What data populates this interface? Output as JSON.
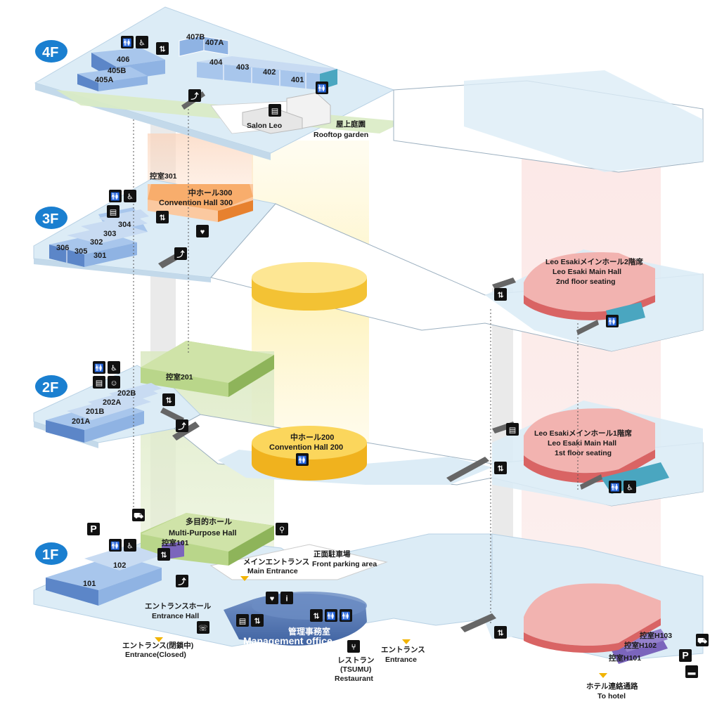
{
  "floors": [
    {
      "label": "4F"
    },
    {
      "label": "3F"
    },
    {
      "label": "2F"
    },
    {
      "label": "1F"
    }
  ],
  "rooms_4f": [
    "407B",
    "407A",
    "406",
    "405B",
    "405A",
    "404",
    "403",
    "402",
    "401"
  ],
  "rooms_3f": [
    "304",
    "303",
    "302",
    "306",
    "305",
    "301"
  ],
  "rooms_2f": [
    "202B",
    "202A",
    "201B",
    "201A"
  ],
  "rooms_1f": [
    "102",
    "101"
  ],
  "labels": {
    "salon_leo": "Salon Leo",
    "rooftop_jp": "屋上庭園",
    "rooftop_en": "Rooftop garden",
    "hikae301": "控室301",
    "ch300_jp": "中ホール300",
    "ch300_en": "Convention Hall 300",
    "hikae201": "控室201",
    "ch200_jp": "中ホール200",
    "ch200_en": "Convention Hall 200",
    "mph_jp": "多目的ホール",
    "mph_en": "Multi-Purpose Hall",
    "hikae101": "控室101",
    "main_ent_jp": "メインエントランス",
    "main_ent_en": "Main Entrance",
    "front_park_jp": "正面駐車場",
    "front_park_en": "Front parking area",
    "ent_hall_jp": "エントランスホール",
    "ent_hall_en": "Entrance Hall",
    "closed_jp": "エントランス(閉鎖中)",
    "closed_en": "Entrance(Closed)",
    "mgmt_jp": "管理事務室",
    "mgmt_en": "Management office",
    "rest_jp": "レストラン",
    "rest_paren": "(TSUMU)",
    "rest_en": "Restaurant",
    "ent_jp": "エントランス",
    "ent_en": "Entrance",
    "leo2_jp": "Leo Esakiメインホール2階席",
    "leo2_en": "Leo Esaki Main Hall",
    "leo2_sub": "2nd floor seating",
    "leo1_jp": "Leo Esakiメインホール1階席",
    "leo1_en": "Leo Esaki Main Hall",
    "leo1_sub": "1st floor seating",
    "h103": "控室H103",
    "h102": "控室H102",
    "h101": "控室H101",
    "hotel_jp": "ホテル連絡通路",
    "hotel_en": "To hotel",
    "parking_p": "P",
    "aed": "AED"
  },
  "colors": {
    "floor_fill": "#dcecf6",
    "room_blue": "#8fb3e3",
    "room_side": "#5c86c8",
    "hall_orange": "#f4a35c",
    "hall_yellow": "#f5c536",
    "hall_green": "#b9d68a",
    "hall_pink": "#e88a8a",
    "floor_badge": "#1a7fd0",
    "mgmt_blue": "#4a6ea8"
  },
  "icons": [
    "restroom-icon",
    "wheelchair-icon",
    "elevator-icon",
    "escalator-icon",
    "aed-icon",
    "info-icon",
    "phone-icon",
    "vending-icon",
    "nursing-icon",
    "restaurant-icon",
    "bicycle-icon",
    "truck-icon",
    "smoking-icon",
    "parking-icon"
  ]
}
